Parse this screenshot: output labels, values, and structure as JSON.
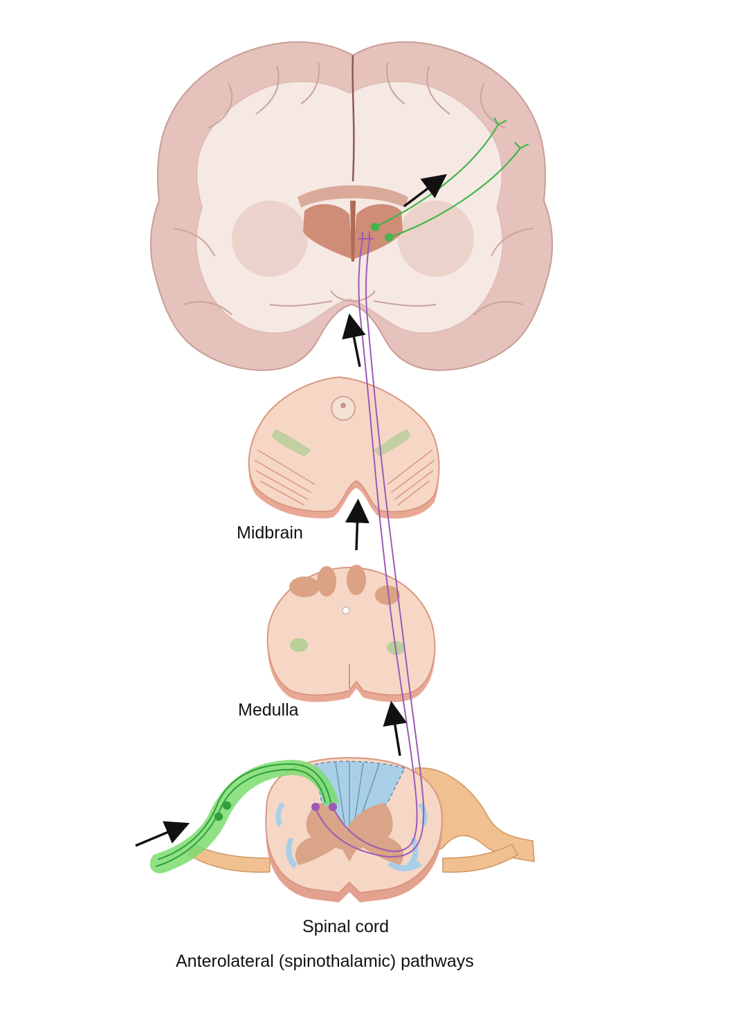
{
  "labels": {
    "midbrain": "Midbrain",
    "medulla": "Medulla",
    "spinal_cord": "Spinal cord"
  },
  "caption": "Anterolateral (spinothalamic) pathways",
  "colors": {
    "cortex": "#e6c2bc",
    "white_matter": "#f6e8e3",
    "section_tissue": "#f6d7c6",
    "section_edge": "#d99680",
    "thalamus": "#cf8c76",
    "gray_matter": "#d9a487",
    "dorsal_column": "#a9cfe7",
    "pathway_purple": "#9b59b6",
    "pathway_green": "#3fb54a",
    "nerve_root": "#f0c090"
  }
}
